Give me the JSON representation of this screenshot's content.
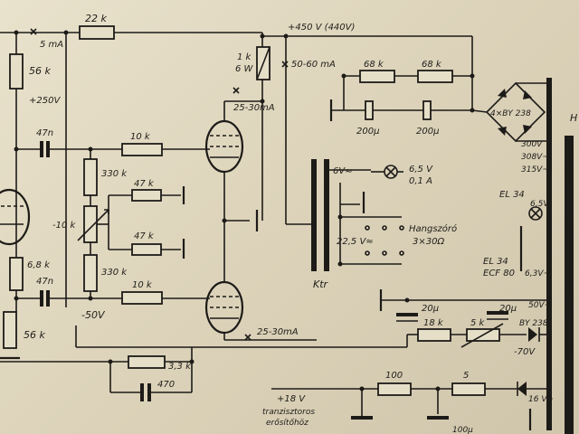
{
  "labels": {
    "r_22k": "22 k",
    "i_5ma": "5 mA",
    "r_56k_top": "56 k",
    "v_250": "+250V",
    "c_47n_top": "47n",
    "c_47n_bot": "47n",
    "r_68k_left": "6,8 k",
    "r_56k_bot": "56 k",
    "v_neg50": "-50V",
    "b_plus": "+450 V (440V)",
    "r_1k6w_a": "1 k",
    "r_1k6w_b": "6 W",
    "i_50_60": "50-60 mA",
    "i_25_30_top": "25-30mA",
    "i_25_30_bot": "25-30mA",
    "r_10k_top": "10 k",
    "r_10k_bot": "10 k",
    "r_330k_top": "330 k",
    "r_330k_bot": "330 k",
    "pot_10k": "-10 k",
    "r_47k_top": "47 k",
    "r_47k_bot": "47 k",
    "r_68k_a": "68 k",
    "r_68k_b": "68 k",
    "c_200u_a": "200μ",
    "c_200u_b": "200μ",
    "bridge": "4×BY 238",
    "v_300": "300V",
    "v_308": "308V~",
    "v_315": "315V~",
    "v_6_ac": "6V≈",
    "lamp_v": "6,5 V",
    "lamp_a": "0,1 A",
    "v_225": "22,5 V≈",
    "spk_a": "Hangszóró",
    "spk_b": "3×30Ω",
    "ktr": "Ktr",
    "el34_top": "EL 34",
    "v_65": "6,5V",
    "el34_bot": "EL 34",
    "ecf80": "ECF 80",
    "v_63": "6,3V~",
    "c_20u_a": "20μ",
    "c_20u_b": "20μ",
    "v_50ac": "50V~",
    "r_18k": "18 k",
    "pot_5k": "5 k",
    "diode_by238": "BY 238",
    "v_neg70": "-70V",
    "r_33k": "3,3 k",
    "c_470": "470",
    "r_100": "100",
    "r_5": "5",
    "v_18": "+18 V",
    "tranz_a": "tranzisztoros",
    "tranz_b": "erősítőhöz",
    "v_16": "16 V~",
    "c_100u": "100μ",
    "h_edge": "H"
  }
}
